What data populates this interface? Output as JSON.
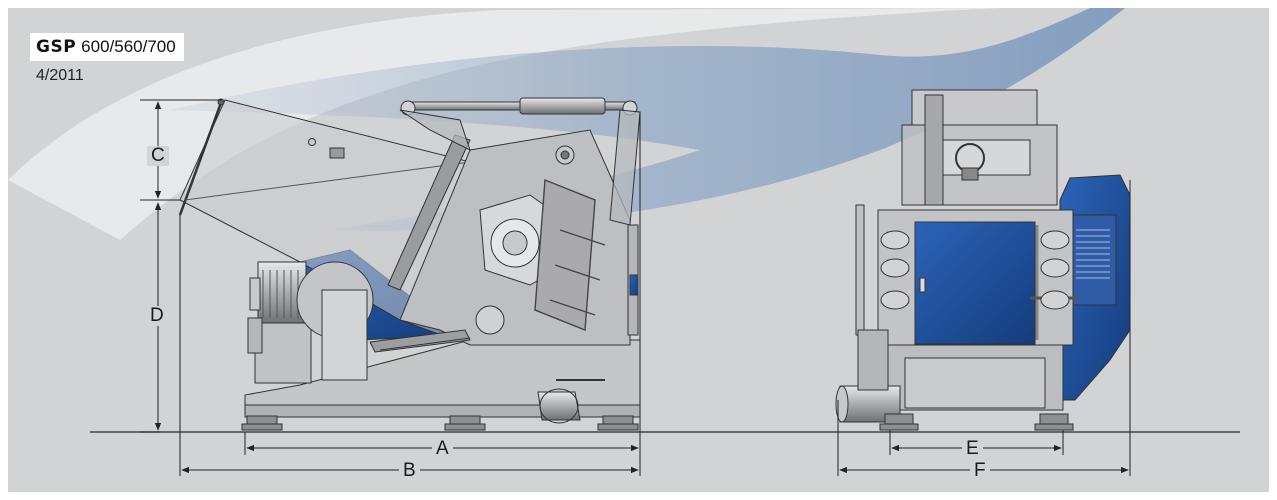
{
  "title": {
    "model": "GSP",
    "variant": "600/560/700"
  },
  "date": "4/2011",
  "dimensions": {
    "A": "A",
    "B": "B",
    "C": "C",
    "D": "D",
    "E": "E",
    "F": "F"
  },
  "colors": {
    "background": "#d1d3d5",
    "machine_body": "#b9bbbe",
    "machine_blue": "#1f4f9c",
    "swoosh": "#8ea8c6",
    "ground": "#4a4a4a"
  }
}
